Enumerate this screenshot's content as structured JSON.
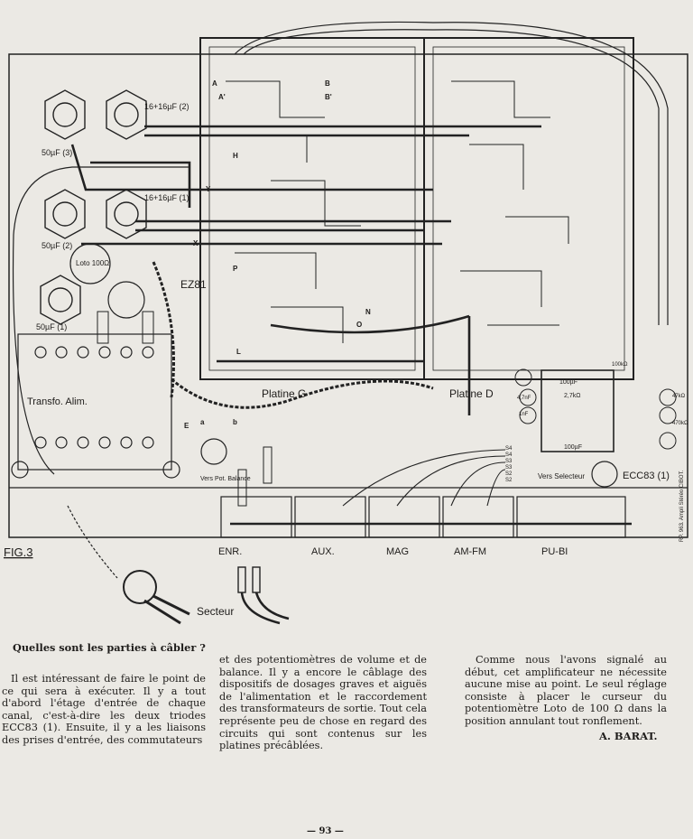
{
  "figure": {
    "label": "FIG.3",
    "caps": [
      "16+16µF (2)",
      "16+16µF (1)",
      "50µF (3)",
      "50µF (2)",
      "50µF (1)"
    ],
    "loto": "Loto 100Ω",
    "tube_rect": "EZ81",
    "transfo": "Transfo. Alim.",
    "platine_g": "Platine G",
    "platine_d": "Platine D",
    "vers_pot": "Vers Pot. Balance",
    "vers_selecteur": "Vers Selecteur",
    "tube_preamp": "ECC83 (1)",
    "resistor_470k": "470kΩ",
    "resistor_47k": "47kΩ",
    "cap_100u": "100µF",
    "res_2_7k": "2,7kΩ",
    "cap_4_7n": "4,7nF",
    "cap_1n": "1nF",
    "res_100k": "100kΩ",
    "switch_labels": [
      "S4",
      "S4",
      "S3",
      "S3",
      "S2",
      "S2"
    ],
    "inputs": [
      "ENR.",
      "AUX.",
      "MAG",
      "AM-FM",
      "PU-BI"
    ],
    "secteur": "Secteur",
    "credit": "RP. 963. Ampli Stéréo CIBOT.",
    "point_labels": [
      "A",
      "A'",
      "B",
      "B'",
      "H",
      "Y",
      "X",
      "P",
      "L",
      "O",
      "N",
      "E",
      "a",
      "b"
    ]
  },
  "article": {
    "heading": "Quelles sont les parties à câbler ?",
    "col1": "Il est intéressant de faire le point de ce qui sera à exécuter. Il y a tout d'abord l'étage d'entrée de chaque canal, c'est-à-dire les deux triodes ECC83 (1). Ensuite, il y a les liaisons des prises d'entrée, des commutateurs",
    "col2": "et des potentiomètres de volume et de balance. Il y a encore le câblage des dispositifs de dosages graves et aiguës de l'alimentation et le raccordement des transformateurs de sortie. Tout cela représente peu de chose en regard des circuits qui sont contenus sur les platines précâblées.",
    "col3": "Comme nous l'avons signalé au début, cet amplificateur ne nécessite aucune mise au point. Le seul réglage consiste à placer le curseur du potentiomètre Loto de 100 Ω dans la position annulant tout ronflement.",
    "signature": "A. BARAT.",
    "page_number": "— 93 —"
  }
}
